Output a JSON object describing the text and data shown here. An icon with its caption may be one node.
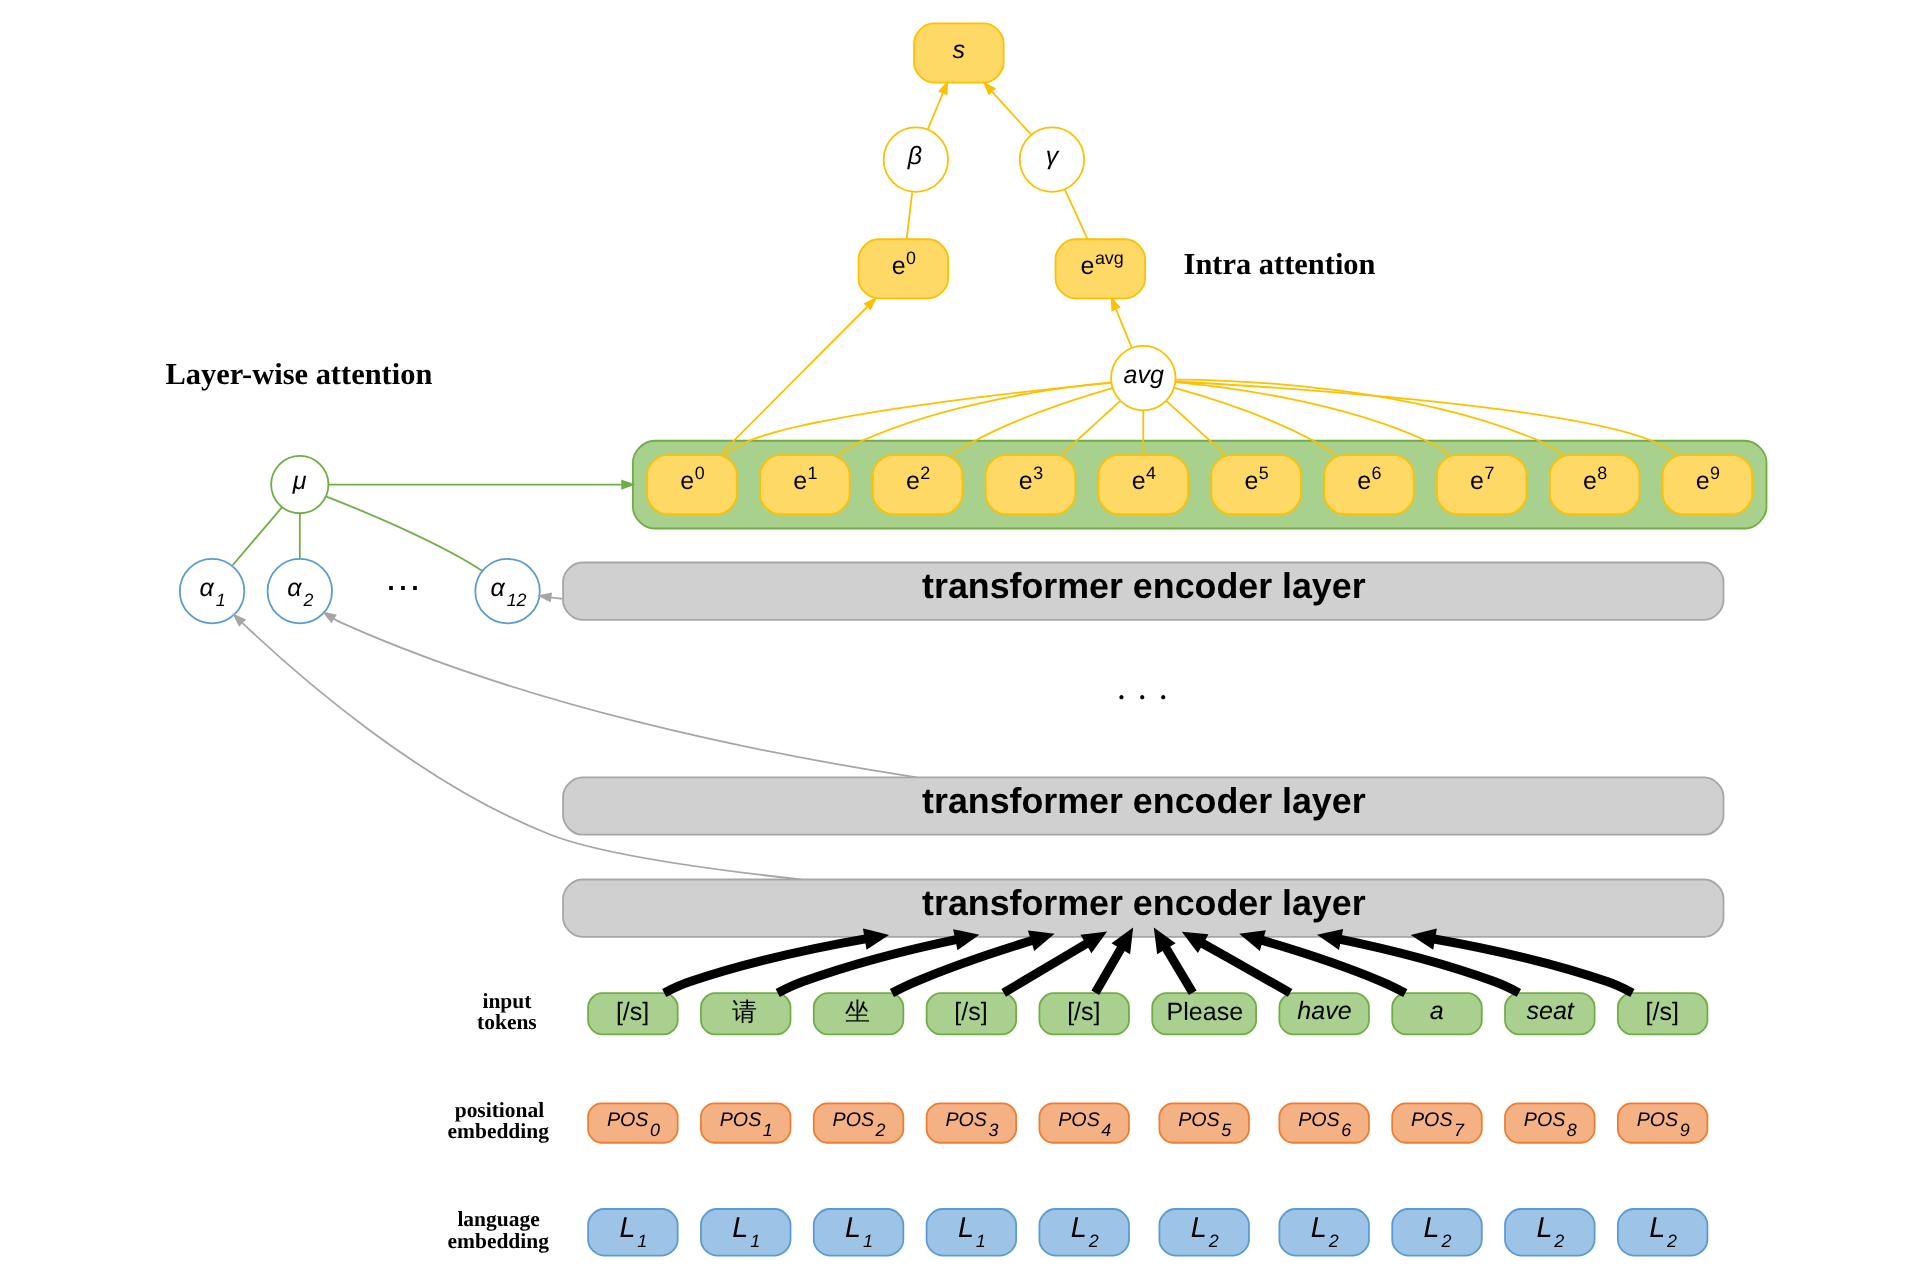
{
  "diagram": {
    "nodes": [
      {
        "text": [
          "s"
        ]
      },
      {
        "text": [
          "β"
        ]
      },
      {
        "text": [
          "γ"
        ]
      },
      {
        "text": [
          "e$^{0}$"
        ]
      },
      {
        "text": [
          "e$^{avg}$"
        ]
      },
      {
        "text": [
          "avg"
        ]
      },
      {
        "text": [],
        "shape": "bar"
      },
      {
        "text": [
          "e$^{0}$"
        ],
        "in": 6
      },
      {
        "text": [
          "e$^{1}$"
        ],
        "in": 6
      },
      {
        "text": [
          "e$^{2}$"
        ],
        "in": 6
      },
      {
        "text": [
          "e$^{3}$"
        ],
        "in": 6
      },
      {
        "text": [
          "e$^{4}$"
        ],
        "in": 6
      },
      {
        "text": [
          "e$^{5}$"
        ],
        "in": 6
      },
      {
        "text": [
          "e$^{6}$"
        ],
        "in": 6
      },
      {
        "text": [
          "e$^{7}$"
        ],
        "in": 6
      },
      {
        "text": [
          "e$^{8}$"
        ],
        "in": 6
      },
      {
        "text": [
          "e$^{9}$"
        ],
        "in": 6
      },
      {
        "text": [
          "μ"
        ]
      },
      {
        "text": [
          "α$_{1}$"
        ]
      },
      {
        "text": [
          "α$_{2}$"
        ]
      },
      {
        "text": [
          "α$_{12}$"
        ]
      },
      {
        "text": [
          "transformer encoder layer"
        ]
      },
      {
        "text": [
          "transformer encoder layer"
        ]
      },
      {
        "text": [
          "transformer encoder layer"
        ]
      },
      {
        "text": [
          "[/s]"
        ]
      },
      {
        "text": [
          "请"
        ]
      },
      {
        "text": [
          "坐"
        ]
      },
      {
        "text": [
          "[/s]"
        ]
      },
      {
        "text": [
          "[/s]"
        ]
      },
      {
        "text": [
          "Please"
        ]
      },
      {
        "text": [
          "have"
        ]
      },
      {
        "text": [
          "a"
        ]
      },
      {
        "text": [
          "seat"
        ]
      },
      {
        "text": [
          "[/s]"
        ]
      },
      {
        "text": [
          "POS$_{0}$"
        ]
      },
      {
        "text": [
          "POS$_{1}$"
        ]
      },
      {
        "text": [
          "POS$_{2}$"
        ]
      },
      {
        "text": [
          "POS$_{3}$"
        ]
      },
      {
        "text": [
          "POS$_{4}$"
        ]
      },
      {
        "text": [
          "POS$_{5}$"
        ]
      },
      {
        "text": [
          "POS$_{6}$"
        ]
      },
      {
        "text": [
          "POS$_{7}$"
        ]
      },
      {
        "text": [
          "POS$_{8}$"
        ]
      },
      {
        "text": [
          "POS$_{9}$"
        ]
      },
      {
        "text": [
          "L$_{1}$"
        ]
      },
      {
        "text": [
          "L$_{1}$"
        ]
      },
      {
        "text": [
          "L$_{1}$"
        ]
      },
      {
        "text": [
          "L$_{1}$"
        ]
      },
      {
        "text": [
          "L$_{2}$"
        ]
      },
      {
        "text": [
          "L$_{2}$"
        ]
      },
      {
        "text": [
          "L$_{2}$"
        ]
      },
      {
        "text": [
          "L$_{2}$"
        ]
      },
      {
        "text": [
          "L$_{2}$"
        ]
      },
      {
        "text": [
          "L$_{2}$"
        ]
      }
    ],
    "edges": [
      {
        "from": 1,
        "to": 0,
        "arrow": "to"
      },
      {
        "from": 2,
        "to": 0,
        "arrow": "to"
      },
      {
        "from": 3,
        "to": 1,
        "arrow": "none"
      },
      {
        "from": 4,
        "to": 2,
        "arrow": "none"
      },
      {
        "from": 7,
        "to": 3,
        "arrow": "to"
      },
      {
        "from": 5,
        "to": 4,
        "arrow": "to"
      },
      {
        "from": 7,
        "to": 5,
        "arrow": "none"
      },
      {
        "from": 8,
        "to": 5,
        "arrow": "none"
      },
      {
        "from": 9,
        "to": 5,
        "arrow": "none"
      },
      {
        "from": 10,
        "to": 5,
        "arrow": "none"
      },
      {
        "from": 11,
        "to": 5,
        "arrow": "none"
      },
      {
        "from": 12,
        "to": 5,
        "arrow": "none"
      },
      {
        "from": 13,
        "to": 5,
        "arrow": "none"
      },
      {
        "from": 14,
        "to": 5,
        "arrow": "none"
      },
      {
        "from": 15,
        "to": 5,
        "arrow": "none"
      },
      {
        "from": 16,
        "to": 5,
        "arrow": "none"
      },
      {
        "from": 17,
        "to": 6,
        "arrow": "to",
        "color": "#70ad47"
      },
      {
        "from": 18,
        "to": 17,
        "arrow": "none",
        "color": "#70ad47"
      },
      {
        "from": 19,
        "to": 17,
        "arrow": "none",
        "color": "#70ad47"
      },
      {
        "from": 20,
        "to": 17,
        "arrow": "none",
        "color": "#70ad47"
      },
      {
        "from": 21,
        "to": 20,
        "arrow": "to",
        "color": "#a6a6a6"
      },
      {
        "from": 22,
        "to": 19,
        "arrow": "to",
        "color": "#a6a6a6"
      },
      {
        "from": 23,
        "to": 18,
        "arrow": "to",
        "color": "#a6a6a6"
      },
      {
        "from": 24,
        "to": 23,
        "arrow": "to",
        "style": "thick",
        "color": "#000000"
      },
      {
        "from": 25,
        "to": 23,
        "arrow": "to",
        "style": "thick",
        "color": "#000000"
      },
      {
        "from": 26,
        "to": 23,
        "arrow": "to",
        "style": "thick",
        "color": "#000000"
      },
      {
        "from": 27,
        "to": 23,
        "arrow": "to",
        "style": "thick",
        "color": "#000000"
      },
      {
        "from": 28,
        "to": 23,
        "arrow": "to",
        "style": "thick",
        "color": "#000000"
      },
      {
        "from": 29,
        "to": 23,
        "arrow": "to",
        "style": "thick",
        "color": "#000000"
      },
      {
        "from": 30,
        "to": 23,
        "arrow": "to",
        "style": "thick",
        "color": "#000000"
      },
      {
        "from": 31,
        "to": 23,
        "arrow": "to",
        "style": "thick",
        "color": "#000000"
      },
      {
        "from": 32,
        "to": 23,
        "arrow": "to",
        "style": "thick",
        "color": "#000000"
      },
      {
        "from": 33,
        "to": 23,
        "arrow": "to",
        "style": "thick",
        "color": "#000000"
      }
    ],
    "labels": [
      "Intra attention",
      "Layer-wise attention",
      "⋯",
      "· · ·",
      "input tokens",
      "positional embedding",
      "language embedding"
    ]
  }
}
